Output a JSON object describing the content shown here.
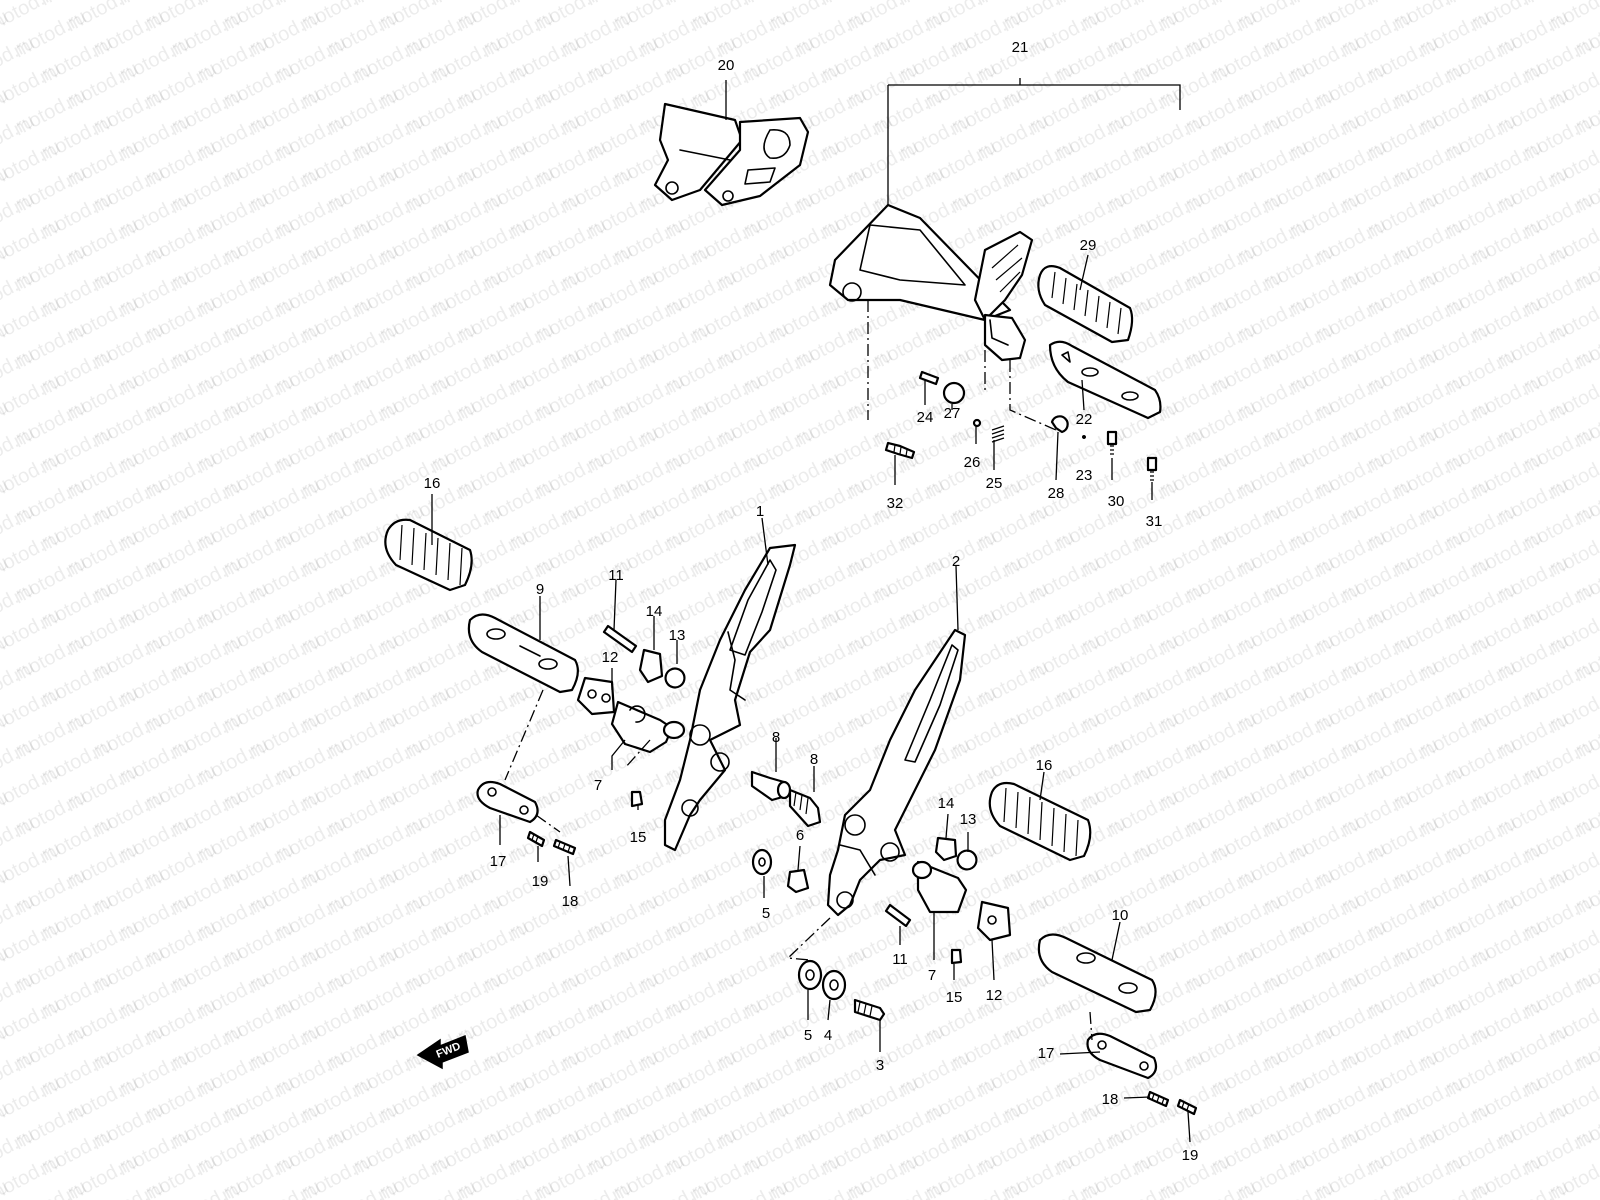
{
  "watermark": {
    "text": "motod.ru"
  },
  "direction_arrow": {
    "label": "FWD"
  },
  "callouts": [
    {
      "label": "20"
    },
    {
      "label": "21"
    },
    {
      "label": "29"
    },
    {
      "label": "24"
    },
    {
      "label": "27"
    },
    {
      "label": "26"
    },
    {
      "label": "25"
    },
    {
      "label": "32"
    },
    {
      "label": "22"
    },
    {
      "label": "•"
    },
    {
      "label": "23"
    },
    {
      "label": "28"
    },
    {
      "label": "30"
    },
    {
      "label": "31"
    },
    {
      "label": "16"
    },
    {
      "label": "1"
    },
    {
      "label": "2"
    },
    {
      "label": "9"
    },
    {
      "label": "11"
    },
    {
      "label": "14"
    },
    {
      "label": "13"
    },
    {
      "label": "12"
    },
    {
      "label": "7"
    },
    {
      "label": "15"
    },
    {
      "label": "8"
    },
    {
      "label": "8"
    },
    {
      "label": "17"
    },
    {
      "label": "19"
    },
    {
      "label": "18"
    },
    {
      "label": "5"
    },
    {
      "label": "6"
    },
    {
      "label": "16"
    },
    {
      "label": "14"
    },
    {
      "label": "13"
    },
    {
      "label": "11"
    },
    {
      "label": "7"
    },
    {
      "label": "15"
    },
    {
      "label": "12"
    },
    {
      "label": "10"
    },
    {
      "label": "5"
    },
    {
      "label": "4"
    },
    {
      "label": "3"
    },
    {
      "label": "17"
    },
    {
      "label": "18"
    },
    {
      "label": "19"
    }
  ]
}
